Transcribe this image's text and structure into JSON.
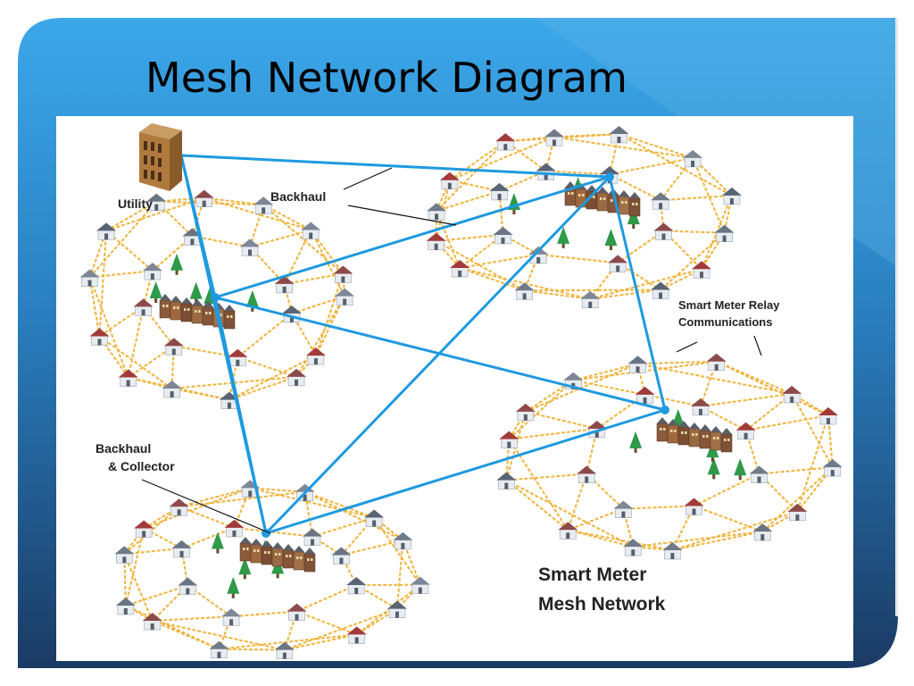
{
  "slide": {
    "title": "Mesh Network Diagram"
  },
  "diagram": {
    "labels": {
      "utility": "Utility",
      "backhaul": "Backhaul",
      "relay_line1": "Smart Meter Relay",
      "relay_line2": "Communications",
      "collector_line1": "Backhaul",
      "collector_line2": "& Collector",
      "caption_line1": "Smart Meter",
      "caption_line2": "Mesh Network"
    },
    "colors": {
      "backhaul_link": "#1e9ae0",
      "mesh_link": "#f0b43c",
      "slide_blue": "#3aa6e8",
      "slide_navy": "#1d3d66"
    },
    "icons": [
      "utility-building-icon",
      "house-icon",
      "tree-icon",
      "collector-node-icon"
    ]
  }
}
